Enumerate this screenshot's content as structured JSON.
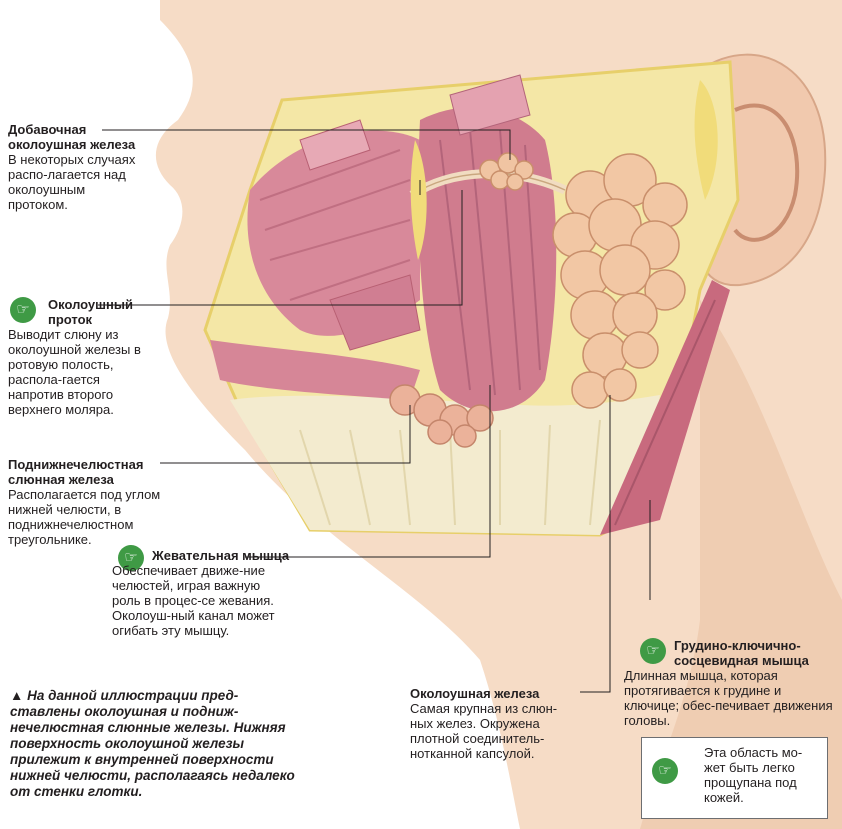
{
  "labels": {
    "accessory": {
      "title": "Добавочная околоушная железа",
      "text": "В некоторых случаях распо-лагается над околоушным протоком."
    },
    "duct": {
      "title": "Околоушный проток",
      "text": "Выводит слюну из околоушной железы в ротовую полость, распола-гается напротив второго верхнего моляра."
    },
    "submandibular": {
      "title": "Поднижнечелюстная слюнная железа",
      "text": "Располагается под углом нижней челюсти, в поднижнечелюстном треугольнике."
    },
    "masseter": {
      "title": "Жевательная мышца",
      "text": "Обеспечивает движе-ние челюстей, играя важную роль в процес-се жевания. Околоуш-ный канал может огибать эту мышцу."
    },
    "parotid": {
      "title": "Околоушная железа",
      "text": "Самая крупная из слюн-ных желез. Окружена плотной соединитель-нотканной капсулой."
    },
    "scm": {
      "title": "Грудино-ключично-сосцевидная мышца",
      "text": "Длинная мышца, которая протягивается к грудине и ключице; обес-печивает движения головы."
    }
  },
  "caption": "▲ На данной иллюстрации пред-ставлены околоушная и подниж-нечелюстная слюнные железы. Нижняя поверхность околоушной железы прилежит к внутренней поверхности нижней челюсти, располагаясь недалеко от стенки глотки.",
  "tip": "Эта область мо-жет быть легко прощупана под кожей.",
  "icons": {
    "hand": "pointing-hand-icon"
  },
  "colors": {
    "icon_green": "#3f9a45",
    "skin": "#f3d7c0",
    "muscle": "#d98b98",
    "gland": "#f2c7a4",
    "fat": "#f2e196"
  }
}
